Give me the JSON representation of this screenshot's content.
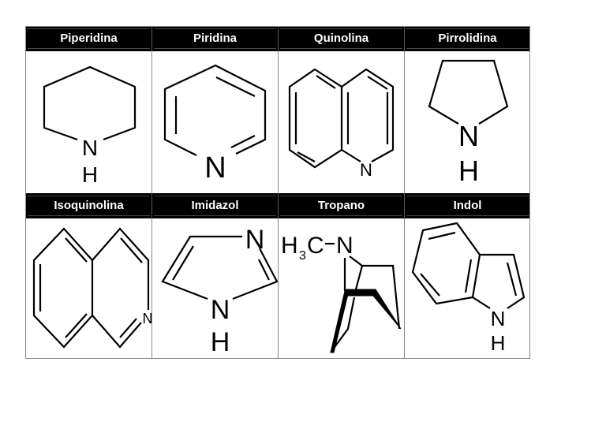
{
  "compounds": [
    {
      "name": "Piperidina",
      "labels": [
        "N",
        "H"
      ]
    },
    {
      "name": "Piridina",
      "labels": [
        "N"
      ]
    },
    {
      "name": "Quinolina",
      "labels": [
        "N"
      ]
    },
    {
      "name": "Pirrolidina",
      "labels": [
        "N",
        "H"
      ]
    },
    {
      "name": "Isoquinolina",
      "labels": [
        "N"
      ]
    },
    {
      "name": "Imidazol",
      "labels": [
        "N",
        "N",
        "H"
      ]
    },
    {
      "name": "Tropano",
      "labels": [
        "H",
        "3",
        "C",
        "N"
      ]
    },
    {
      "name": "Indol",
      "labels": [
        "N",
        "H"
      ]
    }
  ]
}
